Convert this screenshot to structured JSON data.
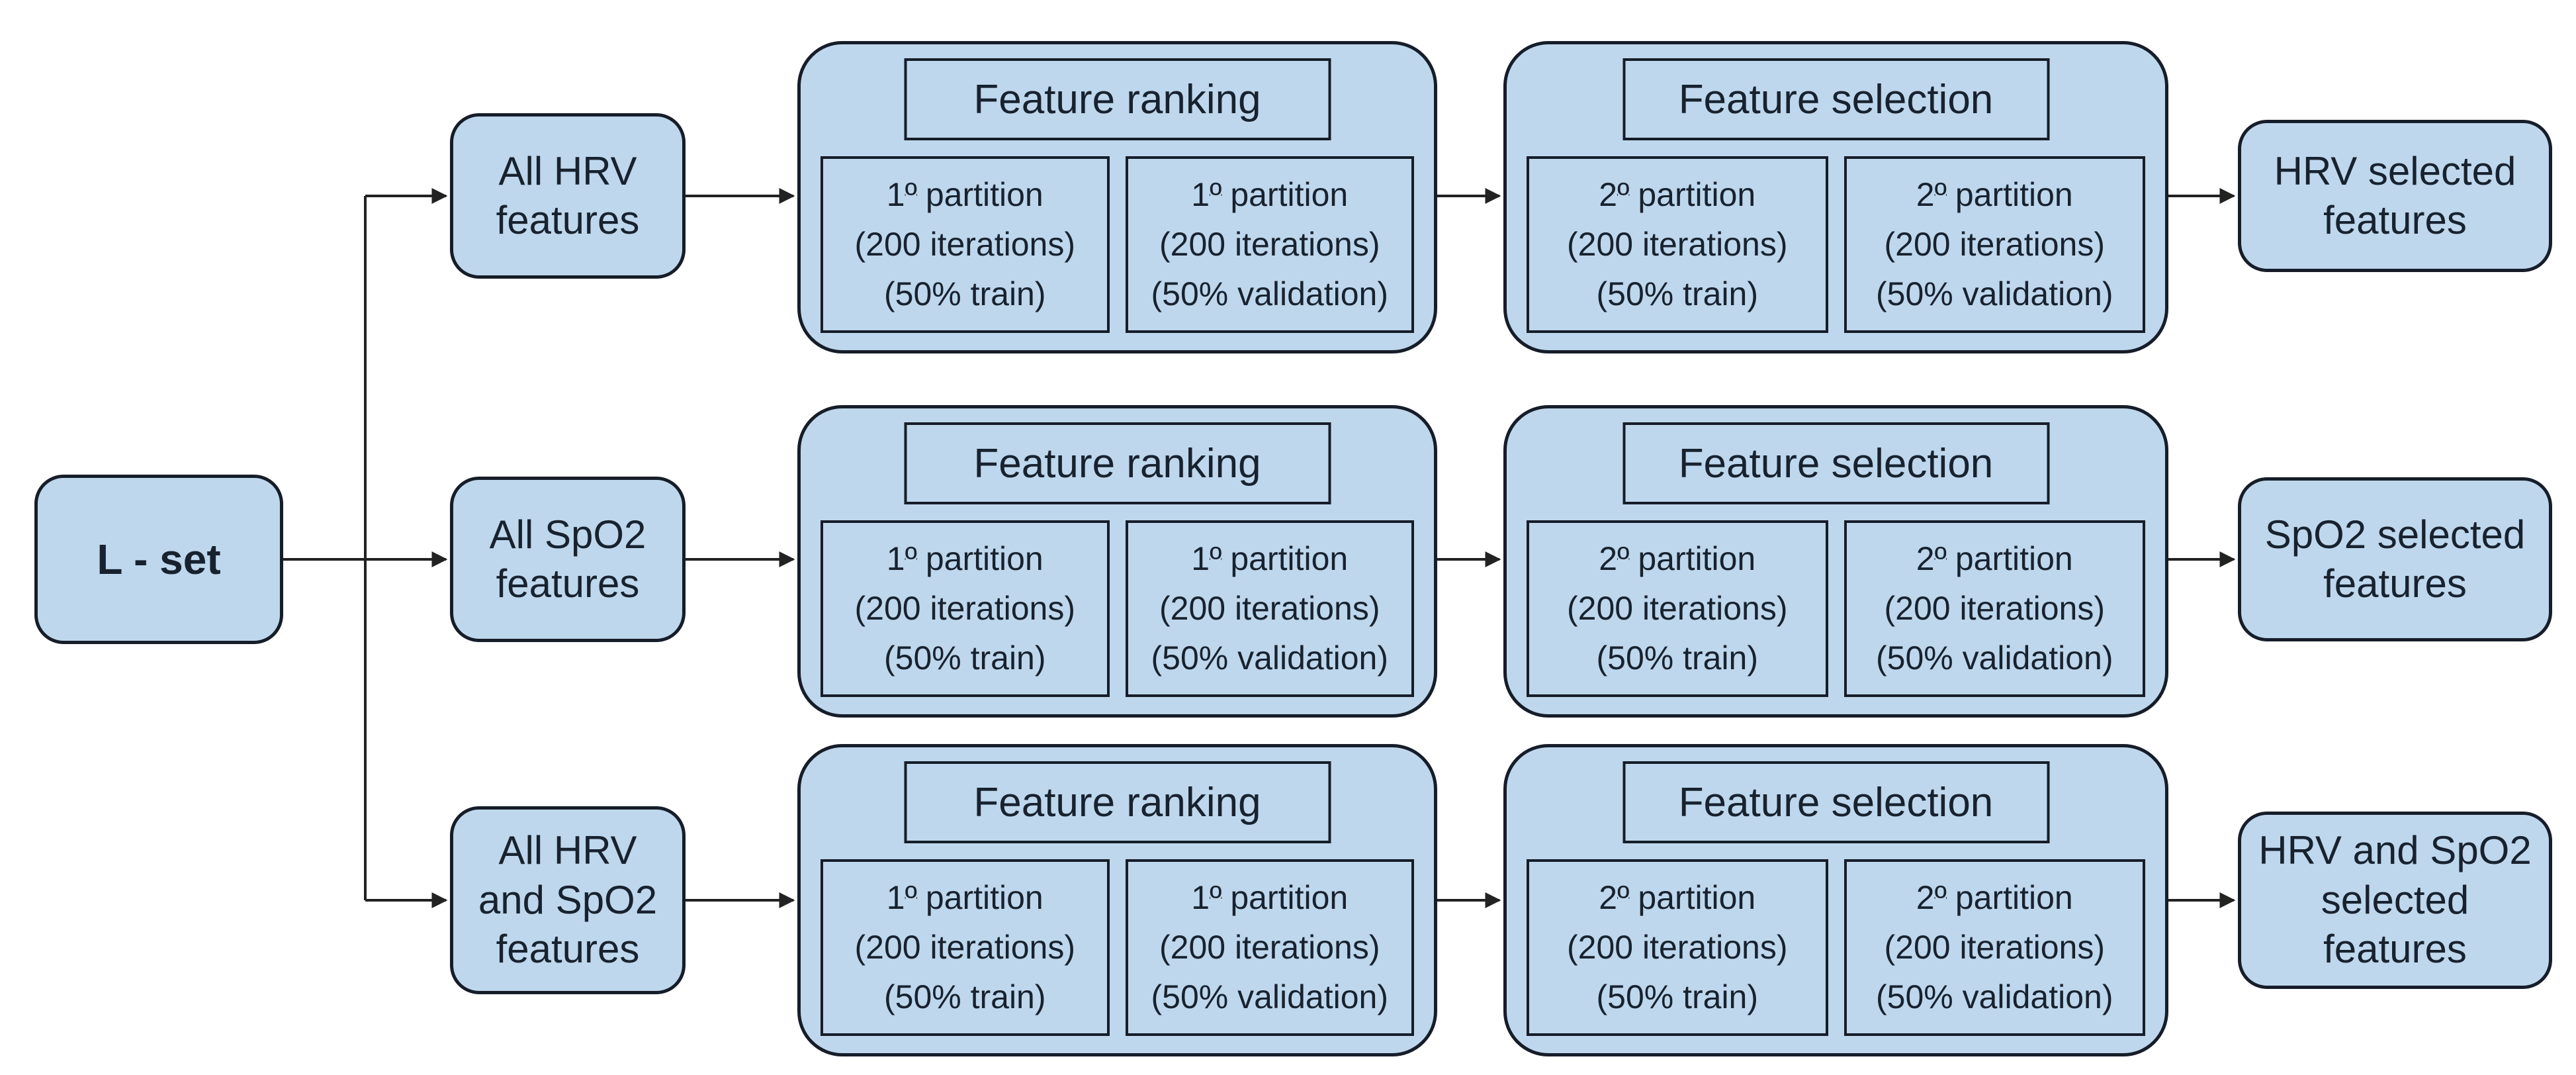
{
  "theme": {
    "page-bg": "#ffffff",
    "box-fill": "#bed7ec",
    "stroke": "#161d29",
    "text": "#18222f",
    "arrow": "#222222"
  },
  "source": {
    "label": "L - set"
  },
  "rows": [
    {
      "input": "All HRV\nfeatures",
      "ranking": {
        "title": "Feature ranking",
        "partitions": [
          {
            "num": "1",
            "ord": "º",
            "word": "partition",
            "iterations": "(200 iterations)",
            "split": "(50% train)"
          },
          {
            "num": "1",
            "ord": "º",
            "word": "partition",
            "iterations": "(200 iterations)",
            "split": "(50% validation)"
          }
        ]
      },
      "selection": {
        "title": "Feature selection",
        "partitions": [
          {
            "num": "2",
            "ord": "º",
            "word": "partition",
            "iterations": "(200 iterations)",
            "split": "(50% train)"
          },
          {
            "num": "2",
            "ord": "º",
            "word": "partition",
            "iterations": "(200 iterations)",
            "split": "(50% validation)"
          }
        ]
      },
      "output": "HRV selected\nfeatures"
    },
    {
      "input": "All SpO2\nfeatures",
      "ranking": {
        "title": "Feature ranking",
        "partitions": [
          {
            "num": "1",
            "ord": "º",
            "word": "partition",
            "iterations": "(200 iterations)",
            "split": "(50% train)"
          },
          {
            "num": "1",
            "ord": "º",
            "word": "partition",
            "iterations": "(200 iterations)",
            "split": "(50% validation)"
          }
        ]
      },
      "selection": {
        "title": "Feature selection",
        "partitions": [
          {
            "num": "2",
            "ord": "º",
            "word": "partition",
            "iterations": "(200 iterations)",
            "split": "(50% train)"
          },
          {
            "num": "2",
            "ord": "º",
            "word": "partition",
            "iterations": "(200 iterations)",
            "split": "(50% validation)"
          }
        ]
      },
      "output": "SpO2 selected\nfeatures"
    },
    {
      "input": "All HRV\nand SpO2\nfeatures",
      "ranking": {
        "title": "Feature ranking",
        "partitions": [
          {
            "num": "1",
            "ord": "º",
            "word": "partition",
            "iterations": "(200 iterations)",
            "split": "(50% train)"
          },
          {
            "num": "1",
            "ord": "º",
            "word": "partition",
            "iterations": "(200 iterations)",
            "split": "(50% validation)"
          }
        ]
      },
      "selection": {
        "title": "Feature selection",
        "partitions": [
          {
            "num": "2",
            "ord": "º",
            "word": "partition",
            "iterations": "(200 iterations)",
            "split": "(50% train)"
          },
          {
            "num": "2",
            "ord": "º",
            "word": "partition",
            "iterations": "(200 iterations)",
            "split": "(50% validation)"
          }
        ]
      },
      "output": "HRV and SpO2\nselected\nfeatures"
    }
  ]
}
